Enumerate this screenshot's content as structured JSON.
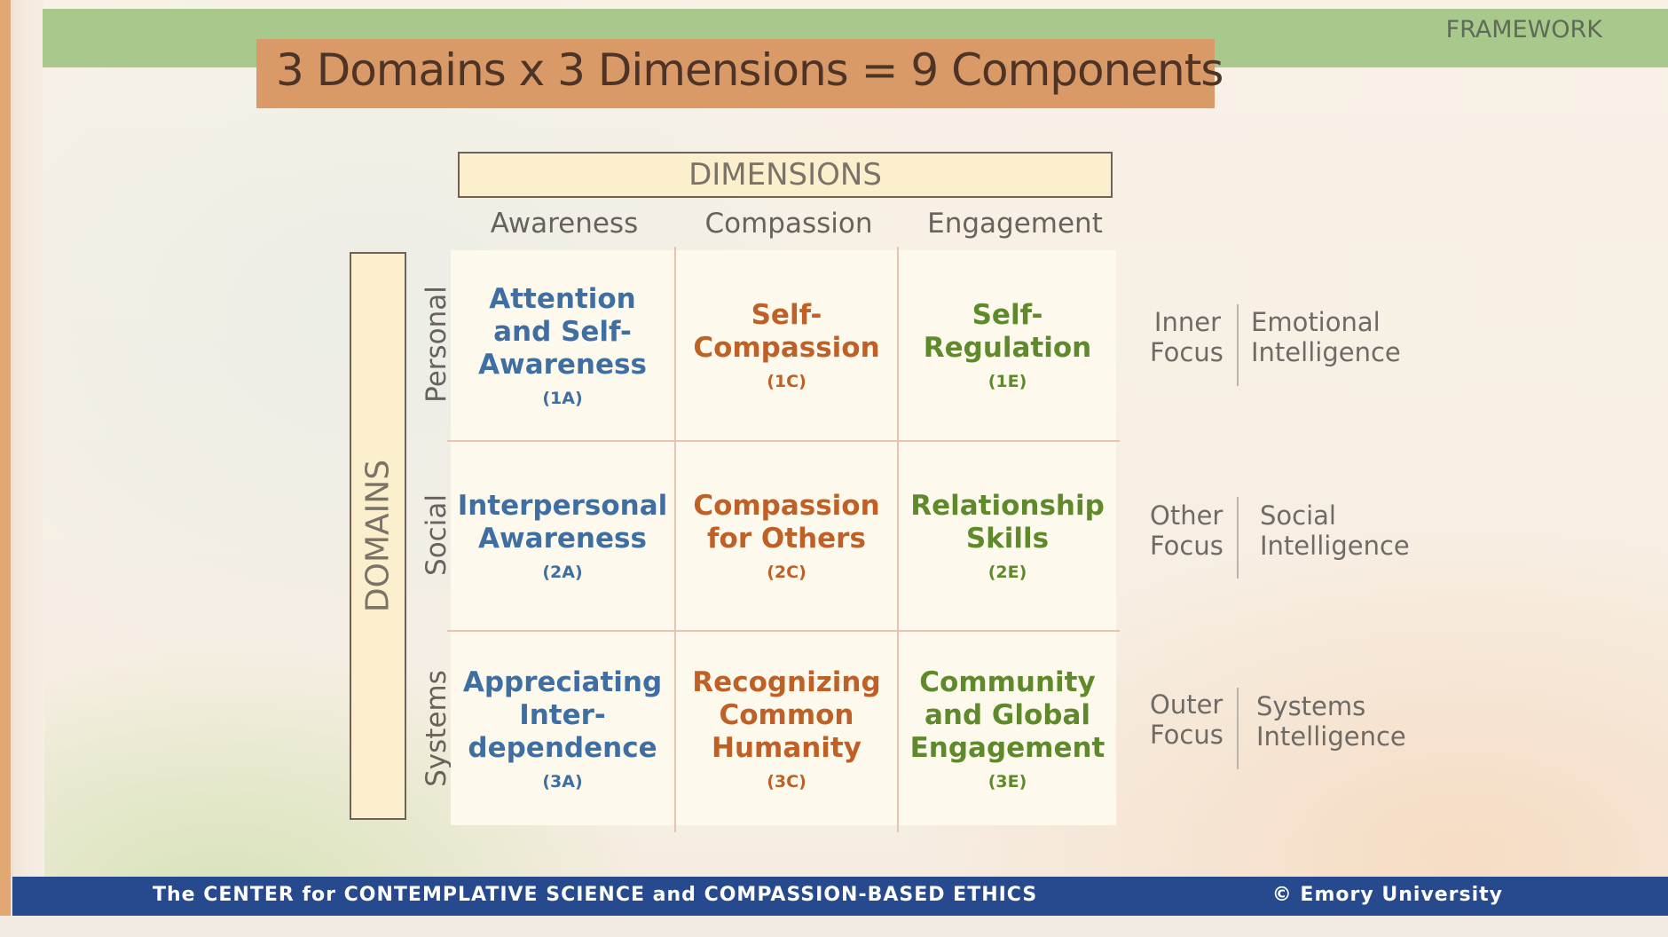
{
  "section_label": "FRAMEWORK",
  "title": "3 Domains x 3 Dimensions = 9 Components",
  "dimensions_label": "DIMENSIONS",
  "domains_label": "DOMAINS",
  "dimensions": [
    "Awareness",
    "Compassion",
    "Engagement"
  ],
  "domains": [
    "Personal",
    "Social",
    "Systems"
  ],
  "cells": [
    [
      {
        "name": "Attention\nand Self-\nAwareness",
        "code": "(1A)"
      },
      {
        "name": "Self-\nCompassion",
        "code": "(1C)"
      },
      {
        "name": "Self-\nRegulation",
        "code": "(1E)"
      }
    ],
    [
      {
        "name": "Interpersonal\nAwareness",
        "code": "(2A)"
      },
      {
        "name": "Compassion\nfor Others",
        "code": "(2C)"
      },
      {
        "name": "Relationship\nSkills",
        "code": "(2E)"
      }
    ],
    [
      {
        "name": "Appreciating\nInter-\ndependence",
        "code": "(3A)"
      },
      {
        "name": "Recognizing\nCommon\nHumanity",
        "code": "(3C)"
      },
      {
        "name": "Community\nand Global\nEngagement",
        "code": "(3E)"
      }
    ]
  ],
  "side_labels": [
    {
      "focus": "Inner\nFocus",
      "intelligence": "Emotional\nIntelligence"
    },
    {
      "focus": "Other\nFocus",
      "intelligence": "Social\nIntelligence"
    },
    {
      "focus": "Outer\nFocus",
      "intelligence": "Systems\nIntelligence"
    }
  ],
  "colors": {
    "awareness": "#3f6ea2",
    "compassion": "#bf6127",
    "engagement": "#5f8a2b",
    "footer_bg": "#274a8e",
    "title_bg": "#d99a68",
    "band": "#a9c98c"
  },
  "footer": {
    "left": "The CENTER for CONTEMPLATIVE SCIENCE and COMPASSION-BASED ETHICS",
    "right": "© Emory University"
  }
}
